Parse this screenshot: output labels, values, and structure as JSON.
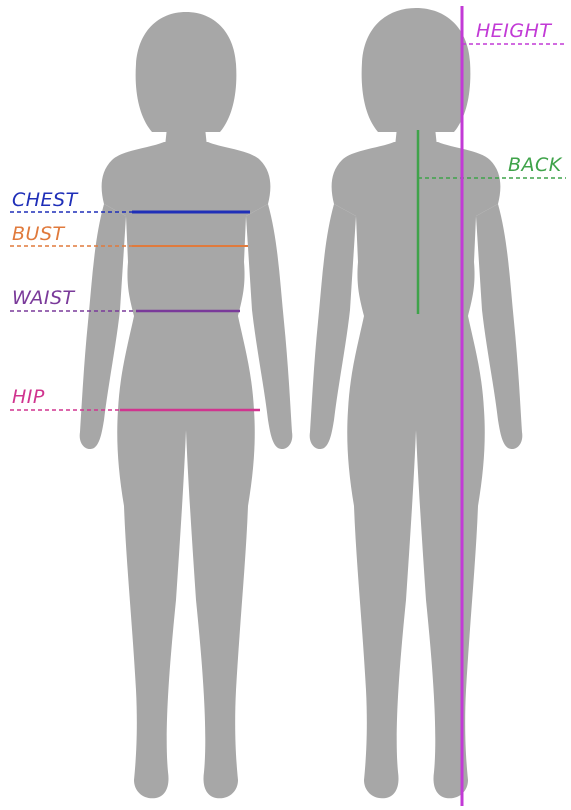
{
  "labels": {
    "chest": "CHEST",
    "bust": "BUST",
    "waist": "WAIST",
    "hip": "HIP",
    "height": "HEIGHT",
    "back": "BACK"
  },
  "colors": {
    "silhouette": "#a7a7a7",
    "chest": "#1f2fb8",
    "bust": "#e07a3c",
    "waist": "#7a3a9a",
    "hip": "#d0348f",
    "height": "#c23ad6",
    "back": "#3fa34a"
  }
}
